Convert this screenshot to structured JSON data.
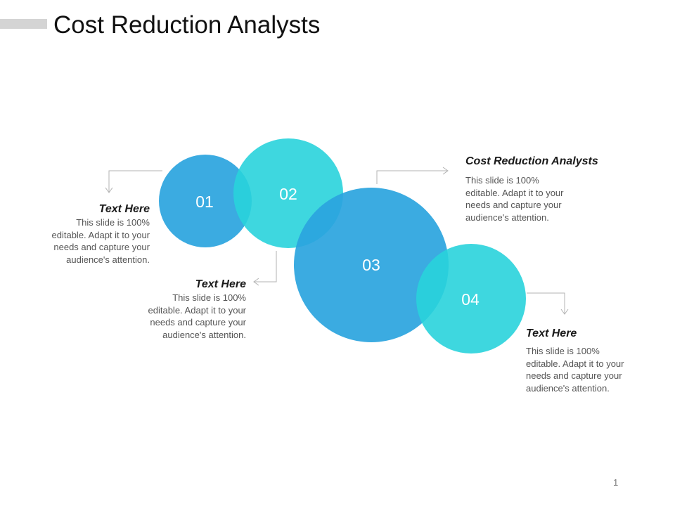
{
  "slide": {
    "title": "Cost Reduction Analysts",
    "page_number": "1"
  },
  "circles": [
    {
      "number": "01",
      "color": "#2aa4de"
    },
    {
      "number": "02",
      "color": "#29d3dc"
    },
    {
      "number": "03",
      "color": "#2aa4de"
    },
    {
      "number": "04",
      "color": "#29d3dc"
    }
  ],
  "blocks": [
    {
      "heading": "Text Here",
      "body": "This slide is 100% editable. Adapt it to your needs and capture your audience's attention."
    },
    {
      "heading": "Text Here",
      "body": "This slide is 100% editable. Adapt it to your needs and capture your audience's attention."
    },
    {
      "heading": "Cost Reduction Analysts",
      "body": "This slide is 100% editable. Adapt it to your needs and capture your audience's attention."
    },
    {
      "heading": "Text Here",
      "body": "This slide is 100% editable. Adapt it to your needs and capture your audience's attention."
    }
  ]
}
